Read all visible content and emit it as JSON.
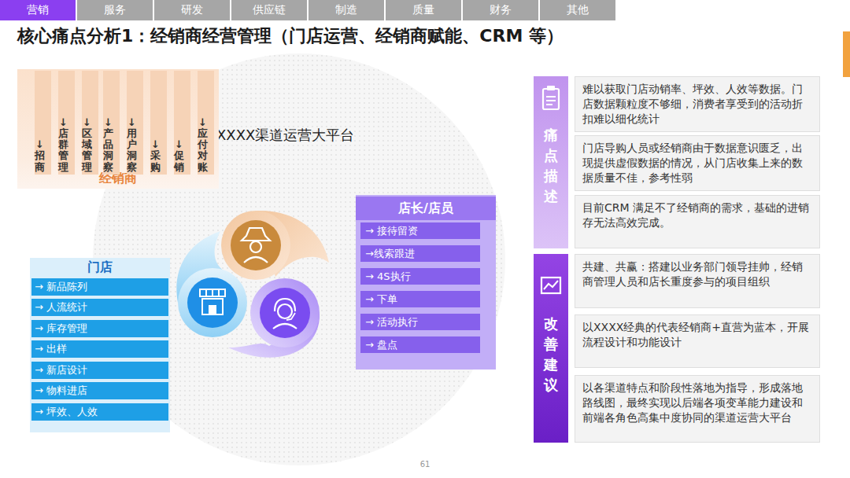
{
  "diagram": {
    "title": "核心痛点分析1：经销商经营管理（门店运营、经销商赋能、CRM 等）",
    "nodes": [
      {
        "text": [
          "营销"
        ]
      },
      {
        "text": [
          "服务"
        ]
      },
      {
        "text": [
          "研发"
        ]
      },
      {
        "text": [
          "供应链"
        ]
      },
      {
        "text": [
          "制造"
        ]
      },
      {
        "text": [
          "质量"
        ]
      },
      {
        "text": [
          "财务"
        ]
      },
      {
        "text": [
          "其他"
        ]
      },
      {
        "text": [
          "经销商"
        ]
      },
      {
        "text": [
          "↓招商"
        ],
        "in": 8
      },
      {
        "text": [
          "↓店群管理"
        ],
        "in": 8
      },
      {
        "text": [
          "↓区域管理"
        ],
        "in": 8
      },
      {
        "text": [
          "↓产品洞察"
        ],
        "in": 8
      },
      {
        "text": [
          "↓用户洞察"
        ],
        "in": 8
      },
      {
        "text": [
          "↓采购"
        ],
        "in": 8
      },
      {
        "text": [
          "↓促销"
        ],
        "in": 8
      },
      {
        "text": [
          "↓应付对账"
        ],
        "in": 8
      },
      {
        "text": [
          "XXXX渠道运营大平台"
        ]
      },
      {
        "text": [
          "门店"
        ]
      },
      {
        "text": [
          "→ 新品陈列"
        ],
        "in": 18
      },
      {
        "text": [
          "→ 人流统计"
        ],
        "in": 18
      },
      {
        "text": [
          "→ 库存管理"
        ],
        "in": 18
      },
      {
        "text": [
          "→ 出样"
        ],
        "in": 18
      },
      {
        "text": [
          "→ 新店设计"
        ],
        "in": 18
      },
      {
        "text": [
          "→ 物料进店"
        ],
        "in": 18
      },
      {
        "text": [
          "→ 坪效、人效"
        ],
        "in": 18
      },
      {
        "text": [
          "店长/店员"
        ]
      },
      {
        "text": [
          "→ 接待留资"
        ],
        "in": 26
      },
      {
        "text": [
          "→线索跟进"
        ],
        "in": 26
      },
      {
        "text": [
          "→ 4S执行"
        ],
        "in": 26
      },
      {
        "text": [
          "→ 下单"
        ],
        "in": 26
      },
      {
        "text": [
          "→ 活动执行"
        ],
        "in": 26
      },
      {
        "text": [
          "→ 盘点"
        ],
        "in": 26
      },
      {
        "text": [
          "痛点描述"
        ]
      },
      {
        "text": [
          "难以获取门店动销率、坪效、人效等数据。门店数据颗粒度不够细，消费者享受到的活动折扣难以细化统计"
        ]
      },
      {
        "text": [
          "门店导购人员或经销商由于数据意识匮乏，出现提供虚假数据的情况，从门店收集上来的数据质量不佳，参考性弱"
        ]
      },
      {
        "text": [
          "目前CRM 满足不了经销商的需求，基础的进销存无法高效完成。"
        ]
      },
      {
        "text": [
          "改善建议"
        ]
      },
      {
        "text": [
          "共建、共赢：搭建以业务部门领导挂帅，经销商管理人员和店长重度参与的项目组织"
        ]
      },
      {
        "text": [
          "以XXXX经典的代表经销商+直营为蓝本，开展流程设计和功能设计"
        ]
      },
      {
        "text": [
          "以各渠道特点和阶段性落地为指导，形成落地路线图，最终实现以后端各项变革能力建设和前端各角色高集中度协同的渠道运营大平台"
        ]
      }
    ],
    "labels": [
      "61"
    ]
  }
}
